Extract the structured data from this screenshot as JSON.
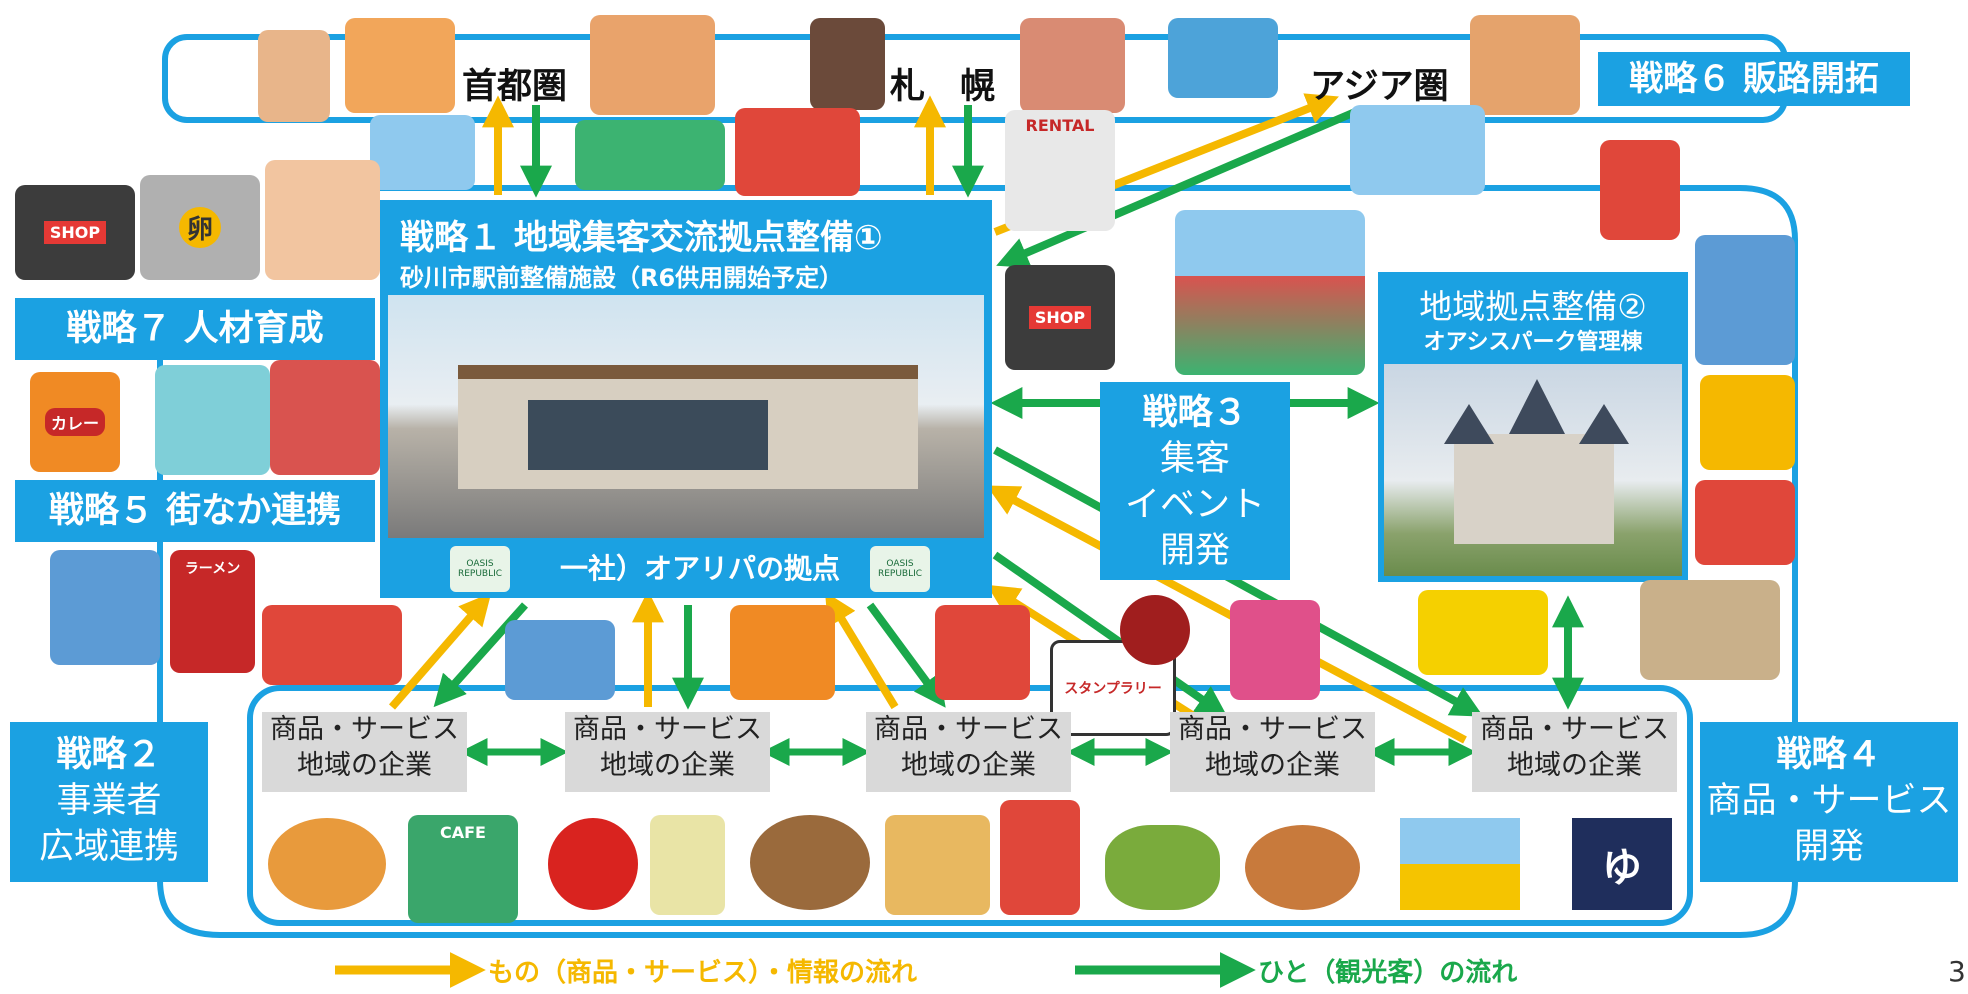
{
  "top_row": {
    "city1": "首都圏",
    "city2": "札　幌",
    "city3": "アジア圏",
    "strategy6": "戦略６ 販路開拓"
  },
  "center": {
    "title_line1": "戦略１ 地域集客交流拠点整備①",
    "title_line2": "砂川市駅前整備施設（R6供用開始予定）",
    "bottom_label": "一社）オアリパの拠点",
    "oasis_badge": "OASIS REPUBLIC"
  },
  "strategy7": "戦略７ 人材育成",
  "strategy5": "戦略５ 街なか連携",
  "strategy3": [
    "戦略３",
    "集客",
    "イベント",
    "開発"
  ],
  "hub2": {
    "line1": "地域拠点整備②",
    "line2": "オアシスパーク管理棟"
  },
  "strategy2": [
    "戦略２",
    "事業者",
    "広域連携"
  ],
  "strategy4": [
    "戦略４",
    "商品・サービス",
    "開発"
  ],
  "companies": [
    {
      "line1": "商品・サービス",
      "line2": "地域の企業"
    },
    {
      "line1": "商品・サービス",
      "line2": "地域の企業"
    },
    {
      "line1": "商品・サービス",
      "line2": "地域の企業"
    },
    {
      "line1": "商品・サービス",
      "line2": "地域の企業"
    },
    {
      "line1": "商品・サービス",
      "line2": "地域の企業"
    }
  ],
  "signs": {
    "shop": "SHOP",
    "rental": "RENTAL",
    "egg": "卵",
    "curry": "カレー",
    "ramen": "ラーメン",
    "cafe": "CAFE",
    "yu": "ゆ",
    "stamp_rally": "スタンプラリー"
  },
  "legend": {
    "orange": "もの（商品・サービス）・情報の流れ",
    "green": "ひと（観光客）の流れ"
  },
  "page_number": "3",
  "colors": {
    "blue": "#1ba1e2",
    "orange_arrow": "#f5b800",
    "green_arrow": "#1aa84b",
    "gray_box": "#d9d9d9"
  }
}
